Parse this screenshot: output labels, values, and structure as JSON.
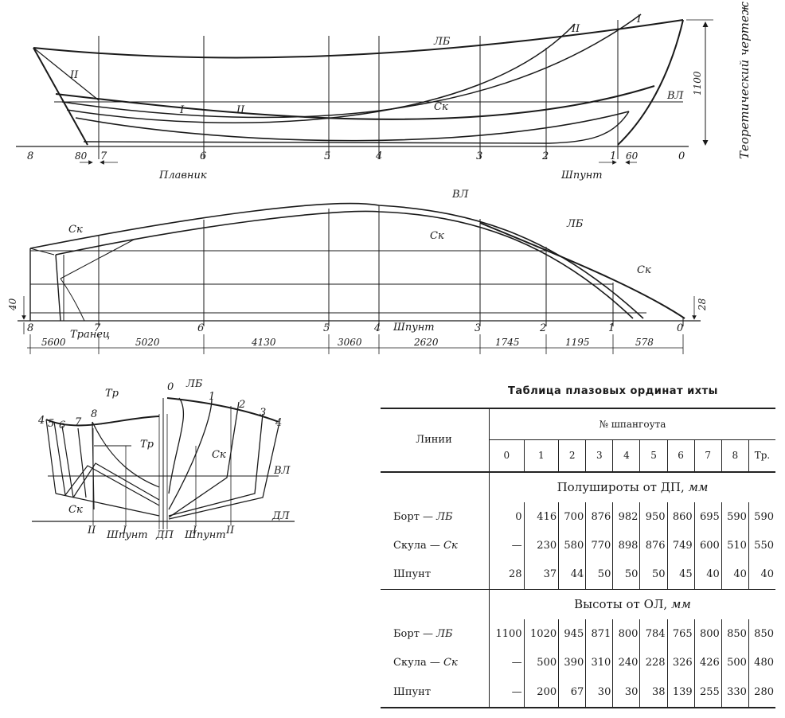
{
  "drawing": {
    "side_title": "Теоретический чертеж",
    "profile": {
      "labels": {
        "lb": "ЛБ",
        "sk": "Ск",
        "vl": "ВЛ",
        "plavnik": "Плавник",
        "shpunt": "Шпунт",
        "roman1": "I",
        "roman2": "II"
      },
      "stations": [
        "8",
        "7",
        "6",
        "5",
        "4",
        "3",
        "2",
        "1",
        "0"
      ],
      "dims": {
        "height": "1100",
        "stern_off": "80",
        "bow_off": "60"
      }
    },
    "plan": {
      "labels": {
        "vl": "ВЛ",
        "sk": "Ск",
        "lb": "ЛБ",
        "tranec": "Транец",
        "shpunt": "Шпунт"
      },
      "stations": [
        "8",
        "7",
        "6",
        "5",
        "4",
        "3",
        "2",
        "1",
        "0"
      ],
      "dims": {
        "stern_h": "40",
        "bow_h": "28"
      },
      "spacings": [
        "5600",
        "5020",
        "4130",
        "3060",
        "2620",
        "1745",
        "1195",
        "578"
      ]
    },
    "body": {
      "labels": {
        "lb": "ЛБ",
        "tr": "Тр",
        "sk": "Ск",
        "vl": "ВЛ",
        "dl": "ДЛ",
        "dp": "ДП",
        "shpunt": "Шпунт",
        "roman1": "I",
        "roman2": "II"
      },
      "aft_stations": [
        "4",
        "5",
        "6",
        "7",
        "8"
      ],
      "fwd_stations": [
        "0",
        "1",
        "2",
        "3",
        "4"
      ]
    }
  },
  "table": {
    "title": "Таблица плазовых ординат ихты",
    "col_lines": "Линии",
    "col_frames": "№ шпангоута",
    "frames": [
      "0",
      "1",
      "2",
      "3",
      "4",
      "5",
      "6",
      "7",
      "8",
      "Тр."
    ],
    "sections": [
      {
        "title": "Полушироты от ДП,",
        "unit": "мм",
        "rows": [
          {
            "name": "Борт — ",
            "code": "ЛБ",
            "values": [
              "0",
              "416",
              "700",
              "876",
              "982",
              "950",
              "860",
              "695",
              "590",
              "590"
            ]
          },
          {
            "name": "Скула — ",
            "code": "Ск",
            "values": [
              "—",
              "230",
              "580",
              "770",
              "898",
              "876",
              "749",
              "600",
              "510",
              "550"
            ]
          },
          {
            "name": "Шпунт",
            "code": "",
            "values": [
              "28",
              "37",
              "44",
              "50",
              "50",
              "50",
              "45",
              "40",
              "40",
              "40"
            ]
          }
        ]
      },
      {
        "title": "Высоты от ОЛ,",
        "unit": "мм",
        "rows": [
          {
            "name": "Борт — ",
            "code": "ЛБ",
            "values": [
              "1100",
              "1020",
              "945",
              "871",
              "800",
              "784",
              "765",
              "800",
              "850",
              "850"
            ]
          },
          {
            "name": "Скула — ",
            "code": "Ск",
            "values": [
              "—",
              "500",
              "390",
              "310",
              "240",
              "228",
              "326",
              "426",
              "500",
              "480"
            ]
          },
          {
            "name": "Шпунт",
            "code": "",
            "values": [
              "—",
              "200",
              "67",
              "30",
              "30",
              "38",
              "139",
              "255",
              "330",
              "280"
            ]
          }
        ]
      }
    ]
  }
}
